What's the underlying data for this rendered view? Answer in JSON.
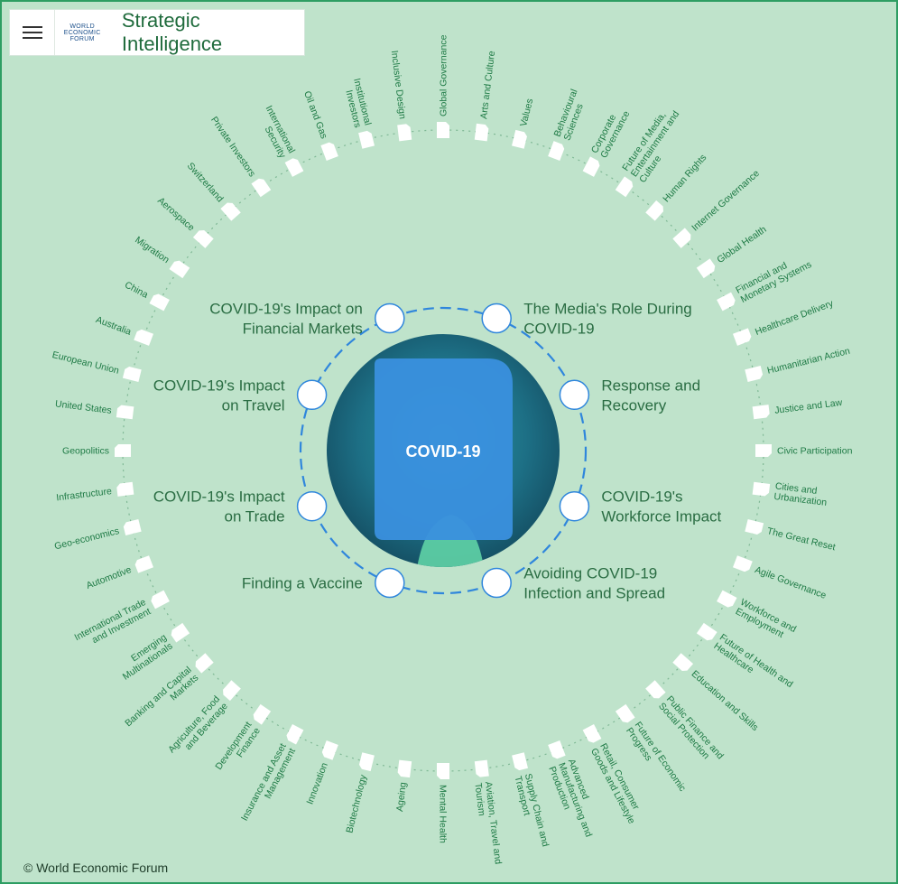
{
  "app": {
    "title": "Strategic Intelligence",
    "logo_text": [
      "WORLD",
      "ECONOMIC",
      "FORUM"
    ]
  },
  "footer": {
    "copyright": "© World Economic Forum"
  },
  "center": {
    "label": "COVID-19"
  },
  "inner_nodes": [
    {
      "label": [
        "COVID-19's Impact on",
        "Financial Markets"
      ],
      "side": "left"
    },
    {
      "label": [
        "The Media's Role During",
        "COVID-19"
      ],
      "side": "right"
    },
    {
      "label": [
        "Response and",
        "Recovery"
      ],
      "side": "right"
    },
    {
      "label": [
        "COVID-19's",
        "Workforce Impact"
      ],
      "side": "right"
    },
    {
      "label": [
        "Avoiding COVID-19",
        "Infection and Spread"
      ],
      "side": "right"
    },
    {
      "label": [
        "Finding a Vaccine"
      ],
      "side": "left"
    },
    {
      "label": [
        "COVID-19's Impact",
        "on Trade"
      ],
      "side": "left"
    },
    {
      "label": [
        "COVID-19's Impact",
        "on Travel"
      ],
      "side": "left"
    }
  ],
  "outer_topics": [
    [
      "Global Governance"
    ],
    [
      "Arts and Culture"
    ],
    [
      "Values"
    ],
    [
      "Behavioural",
      "Sciences"
    ],
    [
      "Corporate",
      "Governance"
    ],
    [
      "Future of Media,",
      "Entertainment and",
      "Culture"
    ],
    [
      "Human Rights"
    ],
    [
      "Internet Governance"
    ],
    [
      "Global Health"
    ],
    [
      "Financial and",
      "Monetary Systems"
    ],
    [
      "Healthcare Delivery"
    ],
    [
      "Humanitarian Action"
    ],
    [
      "Justice and Law"
    ],
    [
      "Civic Participation"
    ],
    [
      "Cities and",
      "Urbanization"
    ],
    [
      "The Great Reset"
    ],
    [
      "Agile Governance"
    ],
    [
      "Workforce and",
      "Employment"
    ],
    [
      "Future of Health and",
      "Healthcare"
    ],
    [
      "Education and Skills"
    ],
    [
      "Public Finance and",
      "Social Protection"
    ],
    [
      "Future of Economic",
      "Progress"
    ],
    [
      "Retail, Consumer",
      "Goods and Lifestyle"
    ],
    [
      "Advanced",
      "Manufacturing and",
      "Production"
    ],
    [
      "Supply Chain and",
      "Transport"
    ],
    [
      "Aviation, Travel and",
      "Tourism"
    ],
    [
      "Mental Health"
    ],
    [
      "Ageing"
    ],
    [
      "Biotechnology"
    ],
    [
      "Innovation"
    ],
    [
      "Insurance and Asset",
      "Management"
    ],
    [
      "Development",
      "Finance"
    ],
    [
      "Agriculture, Food",
      "and Beverage"
    ],
    [
      "Banking and Capital",
      "Markets"
    ],
    [
      "Emerging",
      "Multinationals"
    ],
    [
      "International Trade",
      "and Investment"
    ],
    [
      "Automotive"
    ],
    [
      "Geo-economics"
    ],
    [
      "Infrastructure"
    ],
    [
      "Geopolitics"
    ],
    [
      "United States"
    ],
    [
      "European Union"
    ],
    [
      "Australia"
    ],
    [
      "China"
    ],
    [
      "Migration"
    ],
    [
      "Aerospace"
    ],
    [
      "Switzerland"
    ],
    [
      "Private Investors"
    ],
    [
      "International",
      "Security"
    ],
    [
      "Oil and Gas"
    ],
    [
      "Institutional",
      "Investors"
    ],
    [
      "Inclusive Design"
    ]
  ],
  "colors": {
    "background": "#bfe3cb",
    "accent_blue": "#2f86dc",
    "text_green": "#1e7a45",
    "line": "#ffffff"
  },
  "icons": {
    "menu": "hamburger-icon",
    "logo": "wef-logo"
  }
}
